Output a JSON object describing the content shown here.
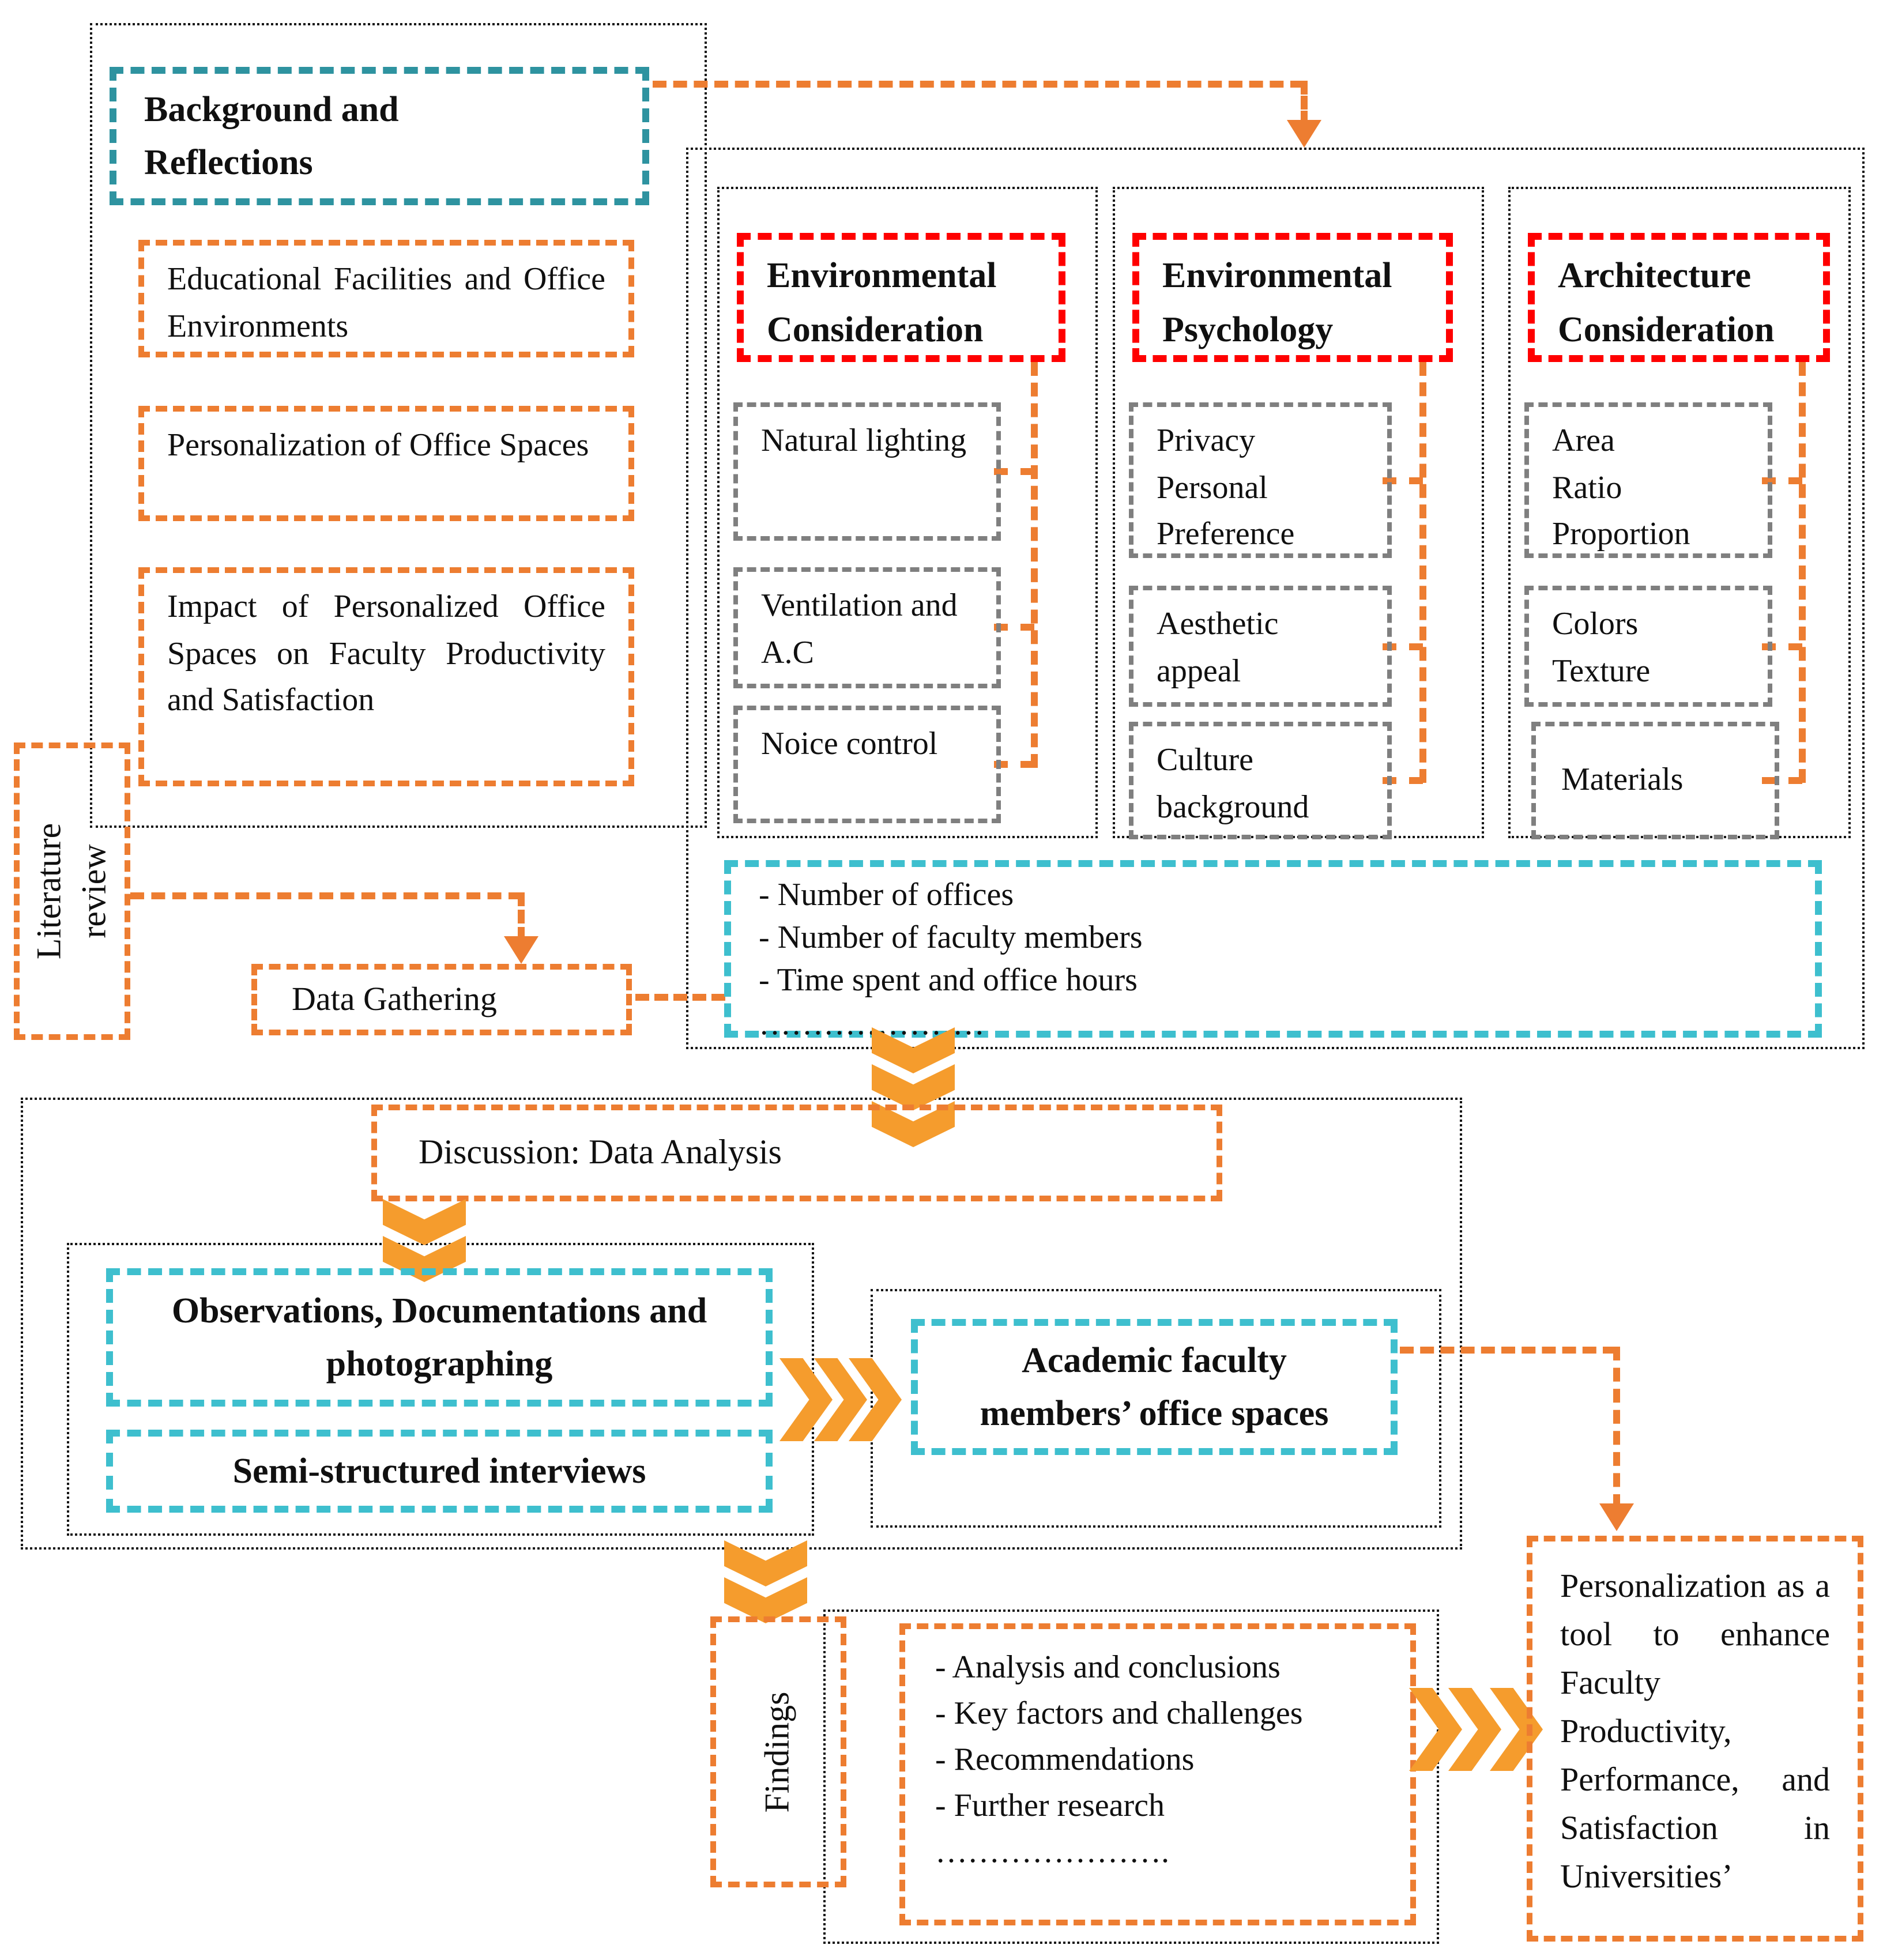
{
  "colors": {
    "teal_border": "#2E93A0",
    "cyan_border": "#3EBFCE",
    "orange_border": "#ED7D31",
    "chevron_orange": "#F59C2D",
    "red_border": "#FF0000",
    "gray_border": "#7F7F7F"
  },
  "background_section": {
    "title": "Background and Reflections",
    "items": [
      "Educational Facilities and Office Environments",
      "Personalization of Office Spaces",
      "Impact of Personalized Office Spaces on Faculty Productivity and Satisfaction"
    ]
  },
  "literature_review": {
    "label": "Literature review"
  },
  "data_gathering": {
    "label": "Data Gathering"
  },
  "review_columns": [
    {
      "title": "Environmental Consideration",
      "items": [
        "Natural lighting",
        "Ventilation and A.C",
        "Noice control"
      ]
    },
    {
      "title": "Environmental Psychology",
      "items": [
        "Privacy Personal Preference",
        "Aesthetic appeal",
        "Culture background"
      ]
    },
    {
      "title": "Architecture Consideration",
      "items": [
        "Area Ratio Proportion",
        "Colors Texture",
        "Materials"
      ]
    }
  ],
  "gathering_details": {
    "items": [
      "- Number of offices",
      "- Number of faculty members",
      "- Time spent and office hours",
      "…………………"
    ]
  },
  "discussion": {
    "label": "Discussion: Data Analysis"
  },
  "methods": {
    "observations": "Observations, Documentations and photographing",
    "interviews": "Semi-structured interviews"
  },
  "study_object": {
    "label": "Academic faculty members’ office spaces"
  },
  "findings": {
    "label": "Findings",
    "items": [
      "- Analysis and conclusions",
      "- Key factors and challenges",
      "- Recommendations",
      "- Further research",
      "…………………."
    ]
  },
  "outcome": {
    "text": "Personalization as a tool to enhance Faculty Productivity, Performance, and Satisfaction in Universities’"
  }
}
